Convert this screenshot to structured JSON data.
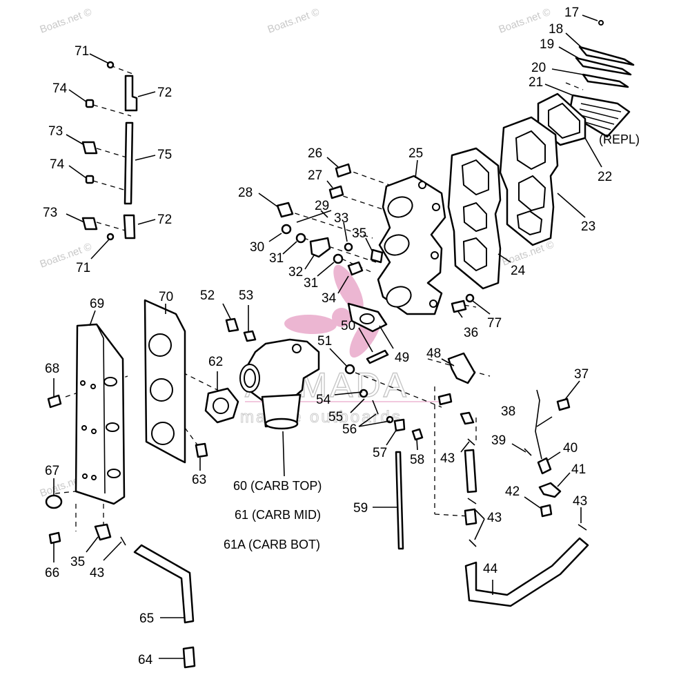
{
  "watermarks": [
    "Boats.net ©",
    "Boats.net ©",
    "Boats.net ©",
    "Boats.net ©",
    "Boats.net ©",
    "Boats.net ©"
  ],
  "logo": {
    "name": "ARMADA",
    "tagline": "marine outboards",
    "color": "#e8a5c8"
  },
  "labels": {
    "p17": "17",
    "p18": "18",
    "p19": "19",
    "p20": "20",
    "p21": "21",
    "p22": "22",
    "p23": "23",
    "p24": "24",
    "p25": "25",
    "p26": "26",
    "p27": "27",
    "p28": "28",
    "p29": "29",
    "p30": "30",
    "p31a": "31",
    "p31b": "31",
    "p32": "32",
    "p33": "33",
    "p34": "34",
    "p35a": "35",
    "p35b": "35",
    "p36": "36",
    "p37": "37",
    "p38": "38",
    "p39": "39",
    "p40": "40",
    "p41": "41",
    "p42": "42",
    "p43a": "43",
    "p43b": "43",
    "p43c": "43",
    "p43d": "43",
    "p44": "44",
    "p48": "48",
    "p49": "49",
    "p50": "50",
    "p51": "51",
    "p52": "52",
    "p53": "53",
    "p54": "54",
    "p55": "55",
    "p56": "56",
    "p57": "57",
    "p58": "58",
    "p59": "59",
    "p62": "62",
    "p63": "63",
    "p64": "64",
    "p65": "65",
    "p66": "66",
    "p67": "67",
    "p68": "68",
    "p69": "69",
    "p70": "70",
    "p71a": "71",
    "p71b": "71",
    "p72a": "72",
    "p72b": "72",
    "p73a": "73",
    "p73b": "73",
    "p74a": "74",
    "p74b": "74",
    "p75": "75",
    "p77": "77"
  },
  "notes": {
    "repl": "(REPL)",
    "carb_top": "60 (CARB TOP)",
    "carb_mid": "61 (CARB MID)",
    "carb_bot": "61A (CARB BOT)"
  }
}
